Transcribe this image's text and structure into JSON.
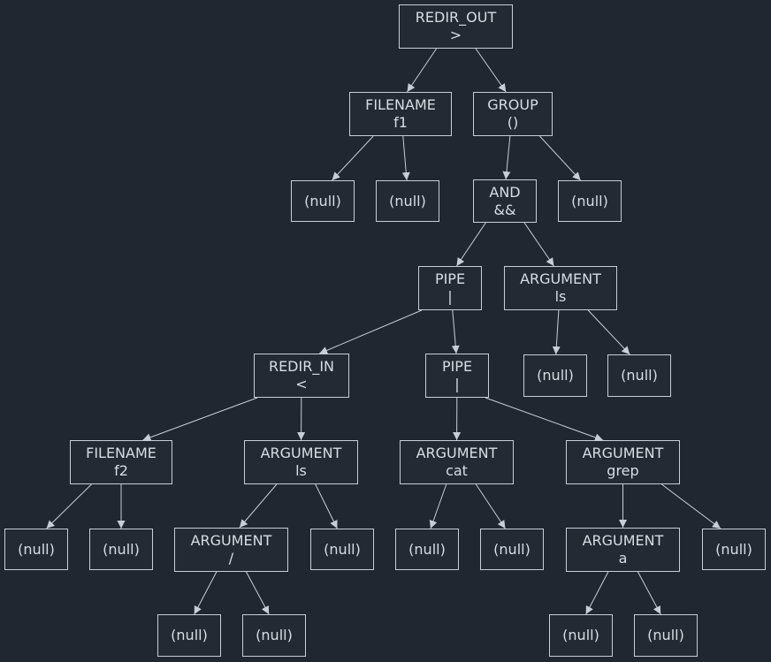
{
  "diagram": {
    "colors": {
      "background": "#212730",
      "node_border": "#c8ced6",
      "text": "#d8dde3",
      "edge": "#c8ced6"
    },
    "nodes": [
      {
        "id": "n1",
        "type": "REDIR_OUT",
        "value": ">"
      },
      {
        "id": "n2",
        "type": "FILENAME",
        "value": "f1"
      },
      {
        "id": "n3",
        "type": "GROUP",
        "value": "()"
      },
      {
        "id": "n4",
        "type": "(null)",
        "value": ""
      },
      {
        "id": "n5",
        "type": "(null)",
        "value": ""
      },
      {
        "id": "n6",
        "type": "AND",
        "value": "&&"
      },
      {
        "id": "n7",
        "type": "(null)",
        "value": ""
      },
      {
        "id": "n8",
        "type": "PIPE",
        "value": "|"
      },
      {
        "id": "n9",
        "type": "ARGUMENT",
        "value": "ls"
      },
      {
        "id": "n10",
        "type": "REDIR_IN",
        "value": "<"
      },
      {
        "id": "n11",
        "type": "PIPE",
        "value": "|"
      },
      {
        "id": "n12",
        "type": "(null)",
        "value": ""
      },
      {
        "id": "n13",
        "type": "(null)",
        "value": ""
      },
      {
        "id": "n14",
        "type": "FILENAME",
        "value": "f2"
      },
      {
        "id": "n15",
        "type": "ARGUMENT",
        "value": "ls"
      },
      {
        "id": "n16",
        "type": "ARGUMENT",
        "value": "cat"
      },
      {
        "id": "n17",
        "type": "ARGUMENT",
        "value": "grep"
      },
      {
        "id": "n18",
        "type": "(null)",
        "value": ""
      },
      {
        "id": "n19",
        "type": "(null)",
        "value": ""
      },
      {
        "id": "n20",
        "type": "ARGUMENT",
        "value": "/"
      },
      {
        "id": "n21",
        "type": "(null)",
        "value": ""
      },
      {
        "id": "n22",
        "type": "(null)",
        "value": ""
      },
      {
        "id": "n23",
        "type": "(null)",
        "value": ""
      },
      {
        "id": "n24",
        "type": "ARGUMENT",
        "value": "a"
      },
      {
        "id": "n25",
        "type": "(null)",
        "value": ""
      },
      {
        "id": "n26",
        "type": "(null)",
        "value": ""
      },
      {
        "id": "n27",
        "type": "(null)",
        "value": ""
      },
      {
        "id": "n28",
        "type": "(null)",
        "value": ""
      },
      {
        "id": "n29",
        "type": "(null)",
        "value": ""
      }
    ],
    "edges": [
      [
        "n1",
        "n2"
      ],
      [
        "n1",
        "n3"
      ],
      [
        "n2",
        "n4"
      ],
      [
        "n2",
        "n5"
      ],
      [
        "n3",
        "n6"
      ],
      [
        "n3",
        "n7"
      ],
      [
        "n6",
        "n8"
      ],
      [
        "n6",
        "n9"
      ],
      [
        "n9",
        "n12"
      ],
      [
        "n9",
        "n13"
      ],
      [
        "n8",
        "n10"
      ],
      [
        "n8",
        "n11"
      ],
      [
        "n10",
        "n14"
      ],
      [
        "n10",
        "n15"
      ],
      [
        "n11",
        "n16"
      ],
      [
        "n11",
        "n17"
      ],
      [
        "n14",
        "n18"
      ],
      [
        "n14",
        "n19"
      ],
      [
        "n15",
        "n20"
      ],
      [
        "n15",
        "n21"
      ],
      [
        "n16",
        "n22"
      ],
      [
        "n16",
        "n23"
      ],
      [
        "n17",
        "n24"
      ],
      [
        "n17",
        "n25"
      ],
      [
        "n20",
        "n26"
      ],
      [
        "n20",
        "n27"
      ],
      [
        "n24",
        "n28"
      ],
      [
        "n24",
        "n29"
      ]
    ]
  }
}
